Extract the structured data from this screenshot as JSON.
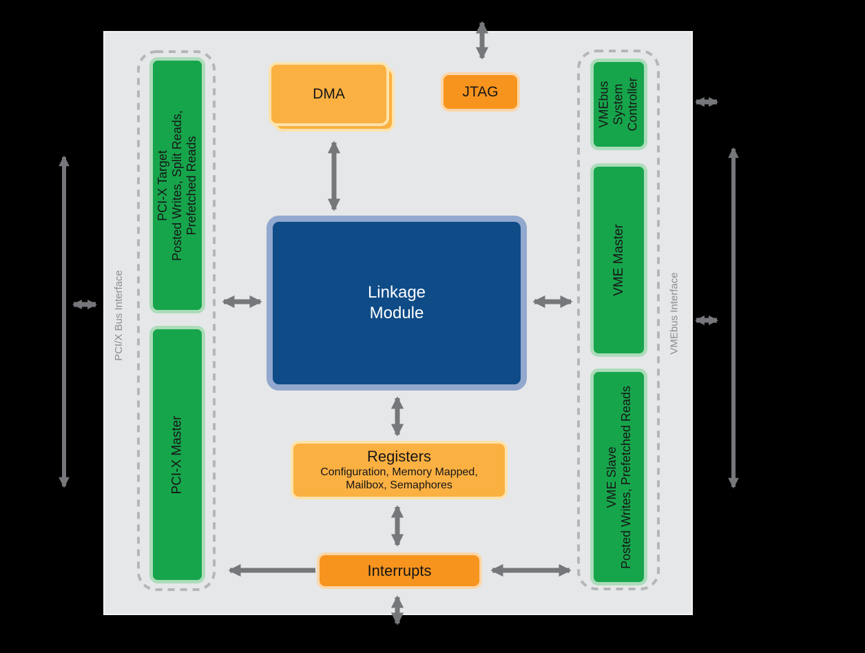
{
  "colors": {
    "background": "#000000",
    "panel": "#E6E7E8",
    "panel_edge": "#F2F3F3",
    "green": "#17A54C",
    "green_border": "#ACDCBA",
    "yellow": "#FBB042",
    "yellow_border": "#FCE3AB",
    "orange": "#F7941E",
    "orange_border": "#FBD6A8",
    "blue": "#0F4C87",
    "blue_border": "#92A8CE",
    "arrow": "#76777A",
    "dashed": "#B4B6B8",
    "label_text": "#8B8D90",
    "box_text": "#161616",
    "linkage_text": "#FFFFFF"
  },
  "pci_interface": {
    "label": "PCI/X Bus Interface",
    "target": {
      "lines": [
        "PCI-X Target",
        "Posted Writes, Split Reads,",
        "Prefetched Reads"
      ]
    },
    "master": {
      "label": "PCI-X Master"
    }
  },
  "vme_interface": {
    "label": "VMEbus Interface",
    "system_controller": {
      "lines": [
        "VMEbus",
        "System",
        "Controller"
      ]
    },
    "master": {
      "label": "VME Master"
    },
    "slave": {
      "lines": [
        "VME Slave",
        "Posted Writes, Prefetched Reads"
      ]
    }
  },
  "core": {
    "dma": {
      "label": "DMA"
    },
    "jtag": {
      "label": "JTAG"
    },
    "linkage": {
      "lines": [
        "Linkage",
        "Module"
      ]
    },
    "registers": {
      "title": "Registers",
      "details": [
        "Configuration, Memory Mapped,",
        "Mailbox, Semaphores"
      ]
    },
    "interrupts": {
      "label": "Interrupts"
    }
  }
}
